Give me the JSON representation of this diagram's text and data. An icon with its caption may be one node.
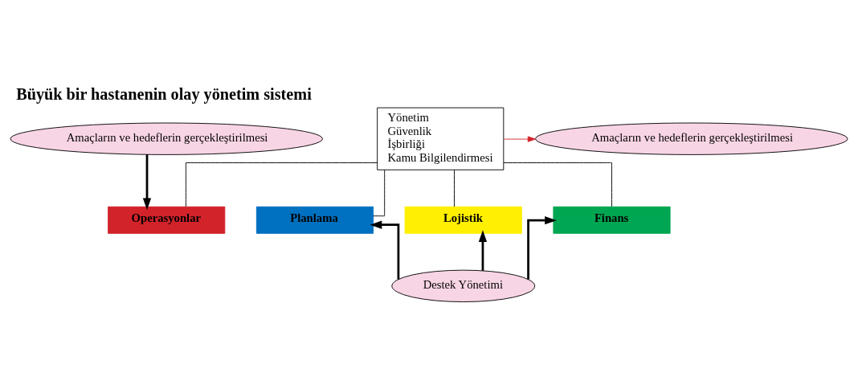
{
  "diagram": {
    "title": "Büyük bir hastanenin olay yönetim sistemi",
    "nodes": [
      {
        "text": [
          "Amaçların ve hedeflerin gerçekleştirilmesi"
        ]
      },
      {
        "text": [
          "Yönetim",
          "Güvenlik",
          "İşbirliği",
          "Kamu Bilgilendirmesi"
        ]
      },
      {
        "text": [
          "Amaçların ve hedeflerin gerçekleştirilmesi"
        ]
      },
      {
        "text": [
          "Operasyonlar"
        ]
      },
      {
        "text": [
          "Planlama"
        ]
      },
      {
        "text": [
          "Lojistik"
        ]
      },
      {
        "text": [
          "Finans"
        ]
      },
      {
        "text": [
          "Destek Yönetimi"
        ]
      }
    ],
    "edges": [
      {
        "from": 0,
        "to": 3,
        "arrow": "to",
        "style": "thick"
      },
      {
        "from": 1,
        "to": 2,
        "arrow": "to",
        "color": "#d2232a"
      },
      {
        "from": 1,
        "to": 3,
        "arrow": "none"
      },
      {
        "from": 1,
        "to": 4,
        "arrow": "none"
      },
      {
        "from": 1,
        "to": 5,
        "arrow": "none"
      },
      {
        "from": 1,
        "to": 6,
        "arrow": "none"
      },
      {
        "from": 7,
        "to": 4,
        "arrow": "to",
        "style": "thick"
      },
      {
        "from": 7,
        "to": 5,
        "arrow": "to",
        "style": "thick"
      },
      {
        "from": 7,
        "to": 6,
        "arrow": "to",
        "style": "thick"
      }
    ]
  }
}
